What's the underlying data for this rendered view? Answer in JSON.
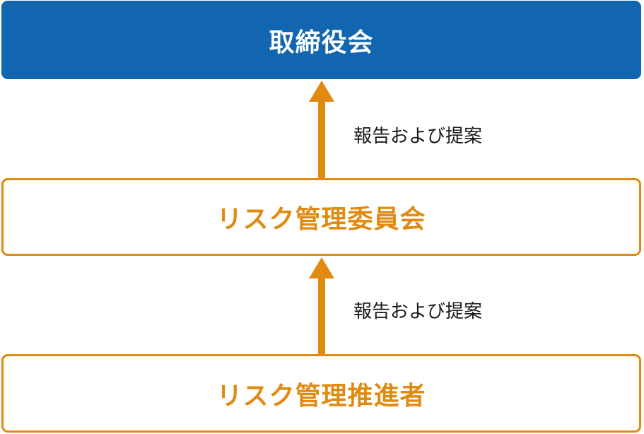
{
  "nodes": {
    "top": "取締役会",
    "middle": "リスク管理委員会",
    "bottom": "リスク管理推進者"
  },
  "edges": [
    {
      "from": "リスク管理委員会",
      "to": "取締役会",
      "label": "報告および提案"
    },
    {
      "from": "リスク管理推進者",
      "to": "リスク管理委員会",
      "label": "報告および提案"
    }
  ],
  "colors": {
    "top_box_fill": "#1166af",
    "accent_orange": "#e08a12",
    "label_text": "#1a1a1a"
  }
}
